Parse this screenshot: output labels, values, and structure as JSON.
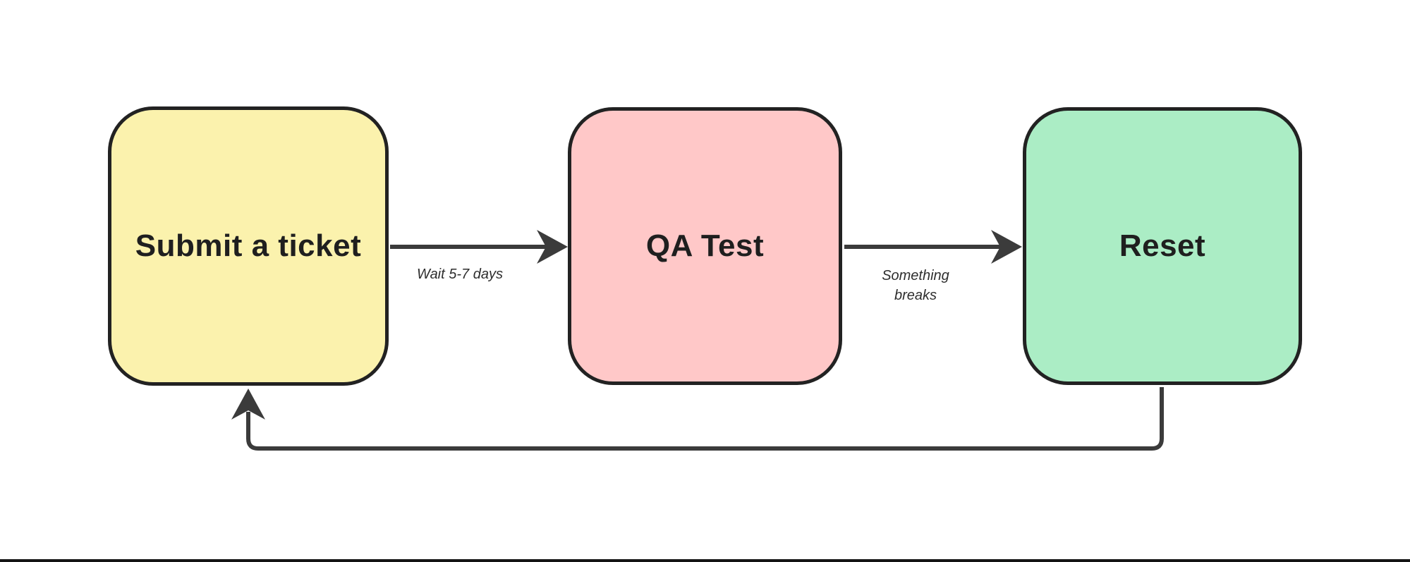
{
  "canvas": {
    "background": "#FFFFFF",
    "bottom_edge_color": "#141414"
  },
  "nodes": [
    {
      "id": "submit",
      "label": "Submit a ticket",
      "fill": "#FBF2AD",
      "border_color": "#222222"
    },
    {
      "id": "qa",
      "label": "QA Test",
      "fill": "#FFC8C8",
      "border_color": "#222222"
    },
    {
      "id": "reset",
      "label": "Reset",
      "fill": "#ABEDC5",
      "border_color": "#222222"
    }
  ],
  "edges": [
    {
      "from": "Submit a ticket",
      "to": "QA Test",
      "label": "Wait 5-7 days",
      "color": "#3B3B3B"
    },
    {
      "from": "QA Test",
      "to": "Reset",
      "label": "Something breaks",
      "color": "#3B3B3B"
    },
    {
      "from": "Reset",
      "to": "Submit a ticket",
      "label": "",
      "color": "#3B3B3B"
    }
  ],
  "text_color": "#1F1F1F"
}
